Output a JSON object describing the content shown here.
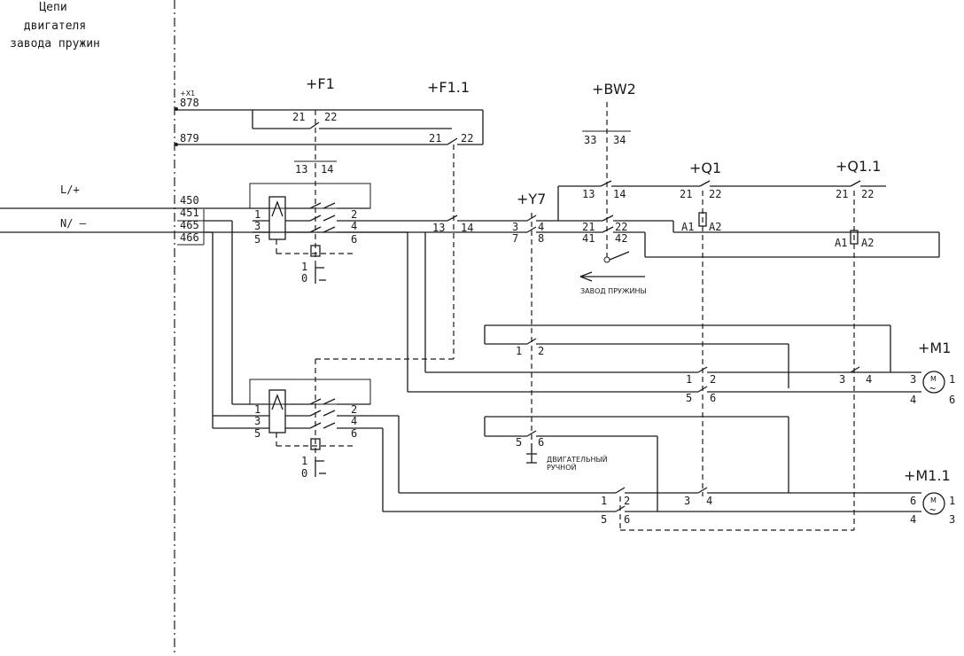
{
  "title_lines": [
    "Цепи",
    "двигателя",
    "завода пружин"
  ],
  "terminal_block": "+X1",
  "terminals": [
    "878",
    "879",
    "450",
    "451",
    "465",
    "466"
  ],
  "supply": {
    "plus": "L/+",
    "minus": "N/ –"
  },
  "devices": {
    "f1": "+F1",
    "f11": "+F1.1",
    "bw2": "+BW2",
    "y7": "+Y7",
    "q1": "+Q1",
    "q11": "+Q1.1",
    "m1": "+M1",
    "m11": "+M1.1"
  },
  "contacts": {
    "n13": "13",
    "n14": "14",
    "n21": "21",
    "n22": "22",
    "n33": "33",
    "n34": "34",
    "n41": "41",
    "n42": "42",
    "n1": "1",
    "n2": "2",
    "n3": "3",
    "n4": "4",
    "n5": "5",
    "n6": "6",
    "n7": "7",
    "n8": "8",
    "n0": "0",
    "a1": "A1",
    "a2": "A2",
    "motor": "M",
    "wave": "~"
  },
  "annotations": {
    "spring_charge": "ЗАВОД ПРУЖИНЫ",
    "motor_mode": "ДВИГАТЕЛЬНЫЙ",
    "manual_mode": "РУЧНОЙ"
  }
}
